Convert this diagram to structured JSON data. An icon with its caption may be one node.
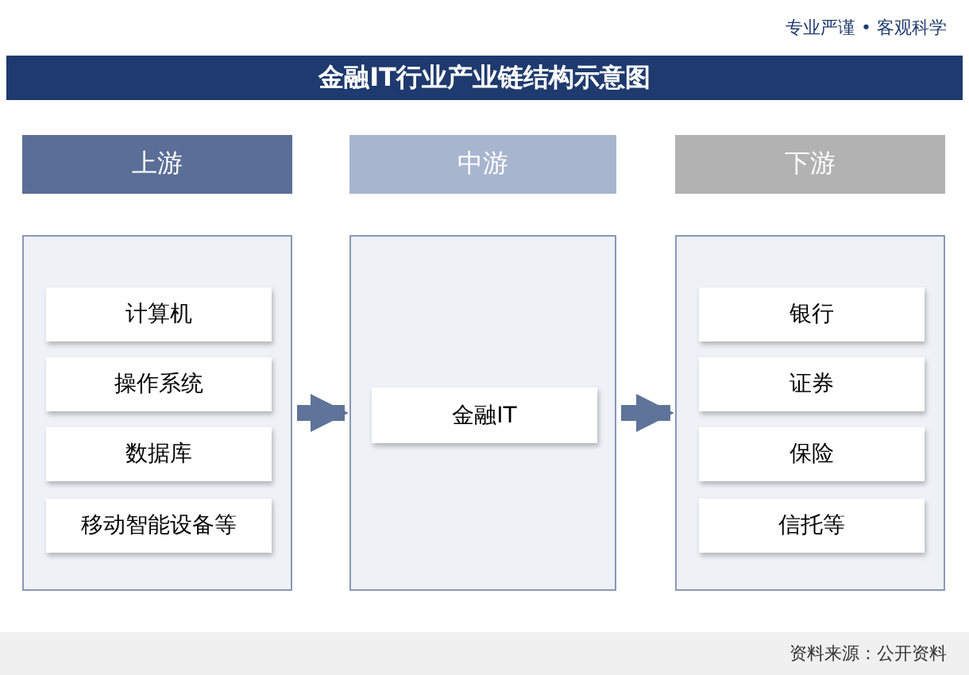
{
  "diagram": {
    "title": "金融IT行业产业链结构示意图",
    "nodes": [
      {
        "text": [
          "上游"
        ]
      },
      {
        "text": [],
        "shape": "box"
      },
      {
        "text": [
          "计算机"
        ],
        "in": 1
      },
      {
        "text": [
          "操作系统"
        ],
        "in": 1
      },
      {
        "text": [
          "数据库"
        ],
        "in": 1
      },
      {
        "text": [
          "移动智能设备等"
        ],
        "in": 1
      },
      {
        "text": [
          "中游"
        ]
      },
      {
        "text": [],
        "shape": "box"
      },
      {
        "text": [
          "金融IT"
        ],
        "in": 7
      },
      {
        "text": [
          "下游"
        ]
      },
      {
        "text": [],
        "shape": "box"
      },
      {
        "text": [
          "银行"
        ],
        "in": 10
      },
      {
        "text": [
          "证券"
        ],
        "in": 10
      },
      {
        "text": [
          "保险"
        ],
        "in": 10
      },
      {
        "text": [
          "信托等"
        ],
        "in": 10
      }
    ],
    "edges": [
      {
        "from": 1,
        "to": 7,
        "arrow": "to"
      },
      {
        "from": 7,
        "to": 10,
        "arrow": "to"
      }
    ],
    "labels": [
      "专业严谨 • 客观科学",
      "资料来源：公开资料"
    ]
  }
}
